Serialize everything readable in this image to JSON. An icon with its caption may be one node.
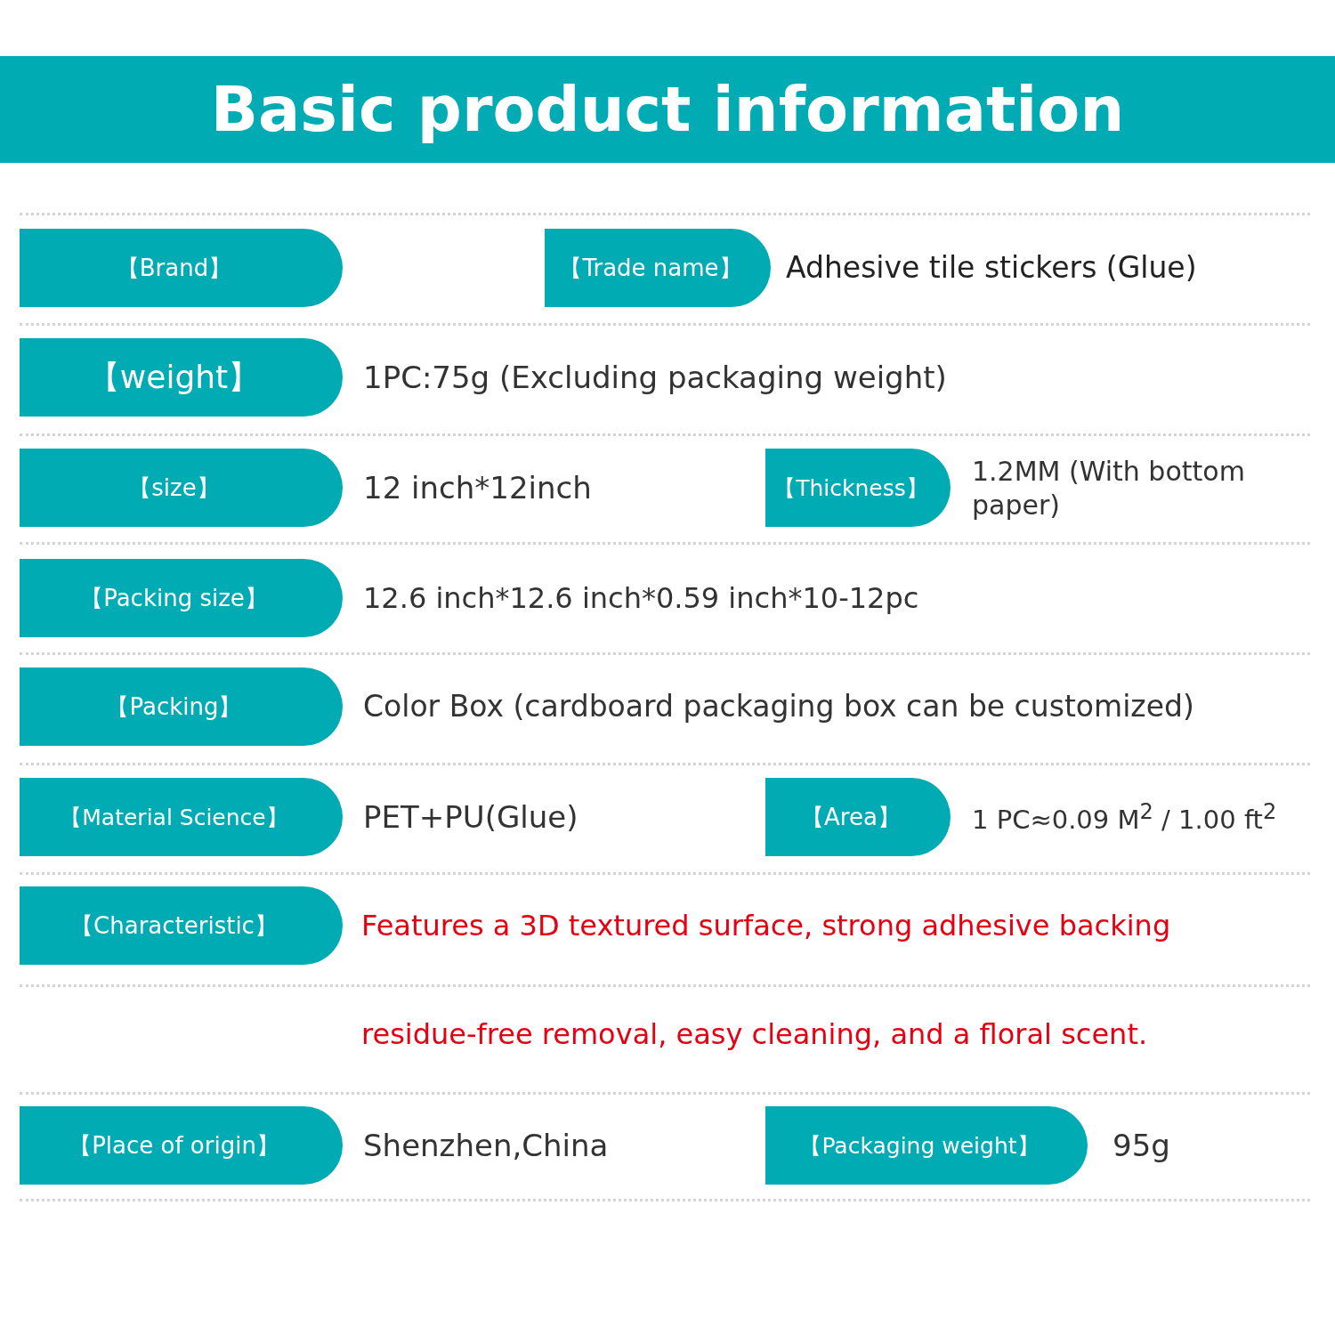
{
  "diagram": {
    "title": "Basic product information",
    "nodes": [
      {
        "text": [
          "【Brand】"
        ]
      },
      {
        "text": [
          "【Trade name】"
        ]
      },
      {
        "text": [
          "【weight】"
        ]
      },
      {
        "text": [
          "【size】"
        ]
      },
      {
        "text": [
          "【Thickness】"
        ]
      },
      {
        "text": [
          "【Packing size】"
        ]
      },
      {
        "text": [
          "【Packing】"
        ]
      },
      {
        "text": [
          "【Material Science】"
        ]
      },
      {
        "text": [
          "【Area】"
        ]
      },
      {
        "text": [
          "【Characteristic】"
        ]
      },
      {
        "text": [
          "【Place of origin】"
        ]
      },
      {
        "text": [
          "【Packaging weight】"
        ]
      }
    ],
    "labels": [
      "Adhesive tile stickers (Glue)",
      "1PC:75g (Excluding packaging weight)",
      "12 inch*12inch",
      "1.2MM (With bottom paper)",
      "12.6 inch*12.6 inch*0.59 inch*10-12pc",
      "Color Box (cardboard packaging box can be customized)",
      "PET+PU(Glue)",
      "1 PC≈0.09 M$^{2}$ / 1.00 ft$^{2}$",
      "Features a 3D textured surface, strong adhesive backing",
      "residue-free removal, easy cleaning, and a floral scent.",
      "Shenzhen,China",
      "95g"
    ]
  }
}
